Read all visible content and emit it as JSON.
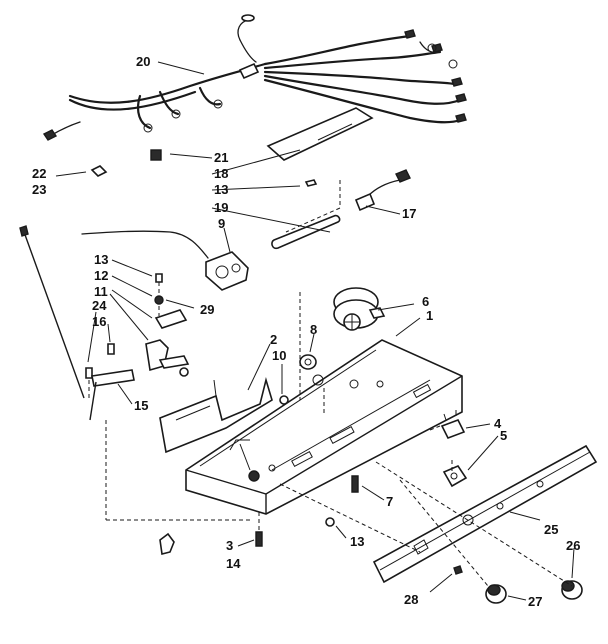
{
  "labels": {
    "l20": "20",
    "l21": "21",
    "l18": "18",
    "l22": "22",
    "l23": "23",
    "l13a": "13",
    "l19": "19",
    "l17": "17",
    "l9": "9",
    "l13b": "13",
    "l12": "12",
    "l11": "11",
    "l29": "29",
    "l24": "24",
    "l16": "16",
    "l6": "6",
    "l1": "1",
    "l8": "8",
    "l2": "2",
    "l10": "10",
    "l15": "15",
    "l4": "4",
    "l5": "5",
    "l7": "7",
    "l25": "25",
    "l26": "26",
    "l13c": "13",
    "l3": "3",
    "l14": "14",
    "l28": "28",
    "l27": "27"
  }
}
